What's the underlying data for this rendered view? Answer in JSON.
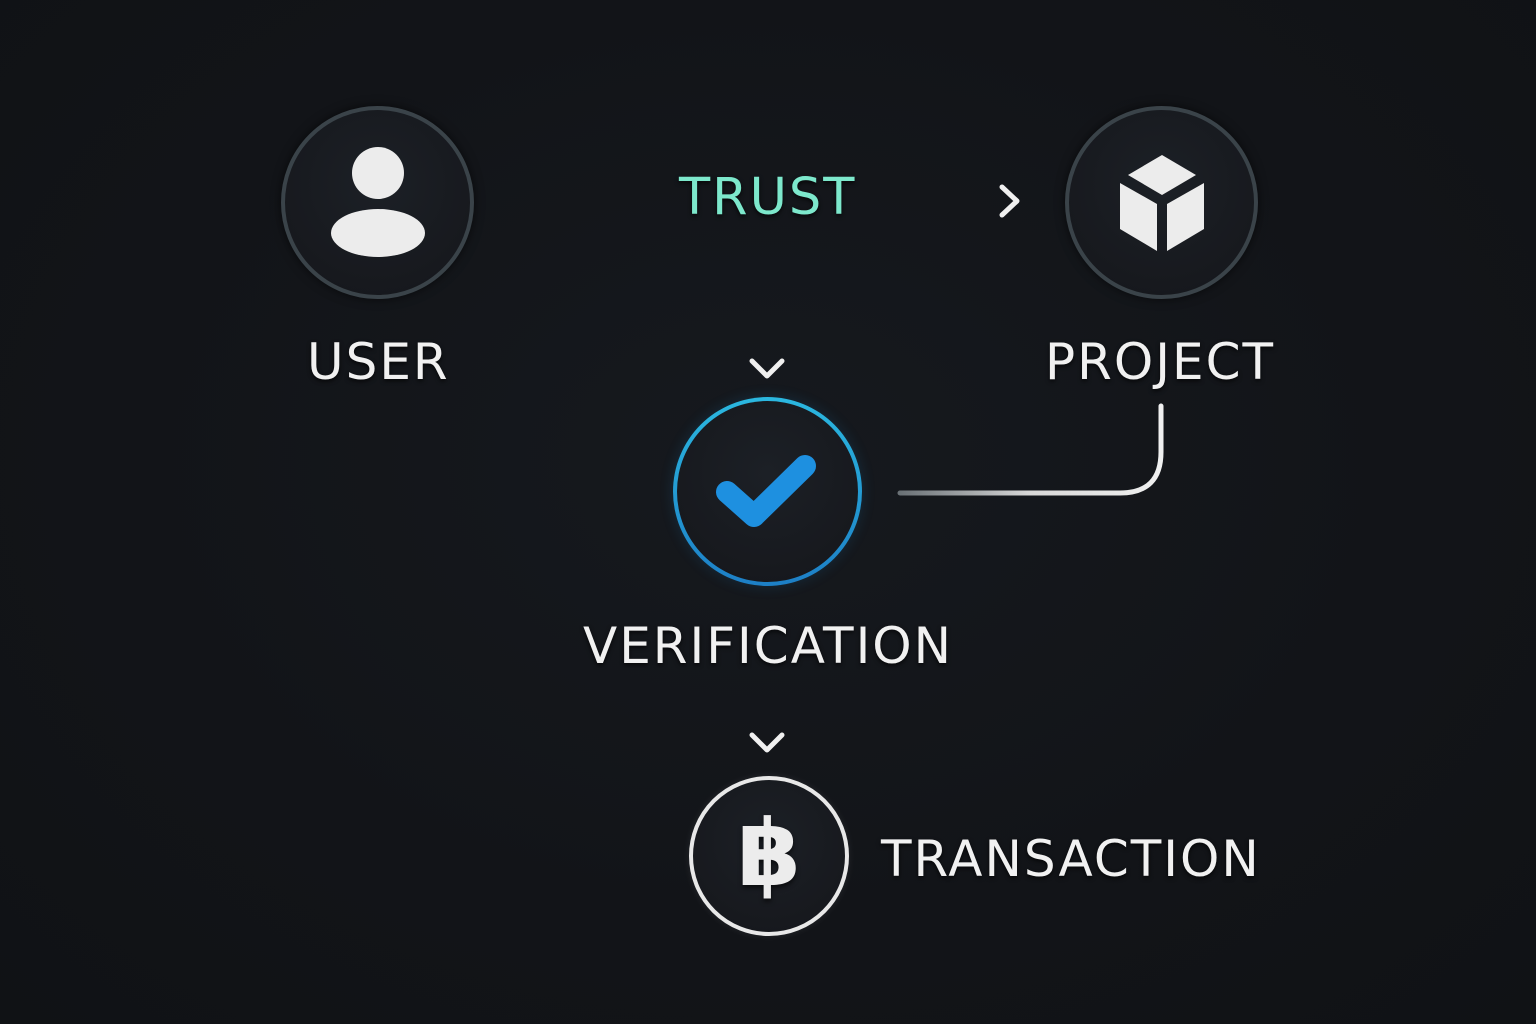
{
  "diagram": {
    "type": "flow",
    "background_color": "#121418",
    "nodes": [
      {
        "id": "user",
        "label": "USER",
        "icon": "user-icon",
        "ring_color": "#3a4349"
      },
      {
        "id": "project",
        "label": "PROJECT",
        "icon": "cube-icon",
        "ring_color": "#3a4349"
      },
      {
        "id": "verification",
        "label": "VERIFICATION",
        "icon": "checkmark-icon",
        "ring_color": "#2bb8e0",
        "icon_color": "#1e90e0"
      },
      {
        "id": "transaction",
        "label": "TRANSACTION",
        "icon": "bitcoin-icon",
        "ring_color": "#e8e8e8"
      }
    ],
    "edges": [
      {
        "from": "user",
        "to": "project",
        "label": "TRUST",
        "label_color": "#7de8cc"
      },
      {
        "from": "trust",
        "to": "verification"
      },
      {
        "from": "project",
        "to": "verification"
      },
      {
        "from": "verification",
        "to": "transaction"
      }
    ]
  },
  "labels": {
    "user": "USER",
    "project": "PROJECT",
    "trust": "TRUST",
    "verification": "VERIFICATION",
    "transaction": "TRANSACTION",
    "bitcoin_glyph": "฿"
  },
  "colors": {
    "accent_trust": "#7de8cc",
    "accent_verify": "#1e90e0",
    "text": "#f1f1f1"
  }
}
